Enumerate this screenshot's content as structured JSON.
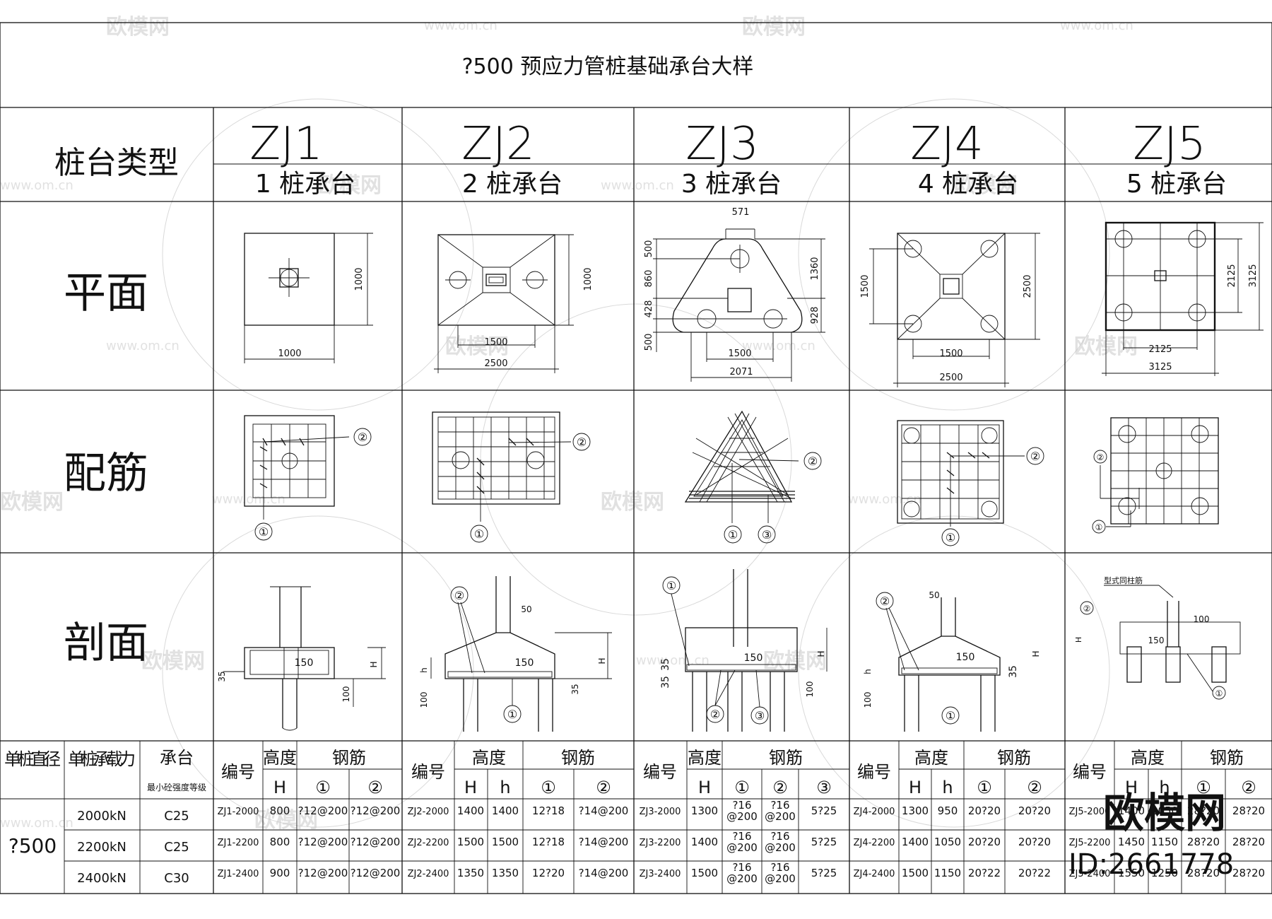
{
  "title": "?500 预应力管桩基础承台大样",
  "row_headers": {
    "type": "桩台类型",
    "plan": "平面",
    "rebar": "配筋",
    "section": "剖面"
  },
  "types": [
    {
      "code": "ZJ1",
      "subtitle": "1 桩承台"
    },
    {
      "code": "ZJ2",
      "subtitle": "2 桩承台"
    },
    {
      "code": "ZJ3",
      "subtitle": "3 桩承台"
    },
    {
      "code": "ZJ4",
      "subtitle": "4 桩承台"
    },
    {
      "code": "ZJ5",
      "subtitle": "5 桩承台"
    }
  ],
  "plan_dims": {
    "zj1": {
      "w": "1000",
      "h": "1000"
    },
    "zj2": {
      "w": "2500",
      "s": "1500",
      "h": "1000"
    },
    "zj3": {
      "top": "571",
      "a": "500",
      "b": "860",
      "c": "428",
      "d": "500",
      "r1": "1360",
      "r2": "928",
      "s": "1500",
      "w": "2071"
    },
    "zj4": {
      "s": "1500",
      "w": "2500",
      "hl": "1500",
      "hr": "2500"
    },
    "zj5": {
      "s": "2125",
      "w": "3125",
      "hl": "2125",
      "hr": "3125"
    }
  },
  "rebar_marks": [
    "①",
    "②",
    "③"
  ],
  "section_labels": {
    "h_cap": "H",
    "h_small": "h",
    "d35": "35",
    "d100": "100",
    "d150": "150",
    "d50": "50",
    "zj5_note": "型式同柱筋"
  },
  "table": {
    "left_headers": {
      "dia": "单桩直径",
      "capacity": "单桩承载力",
      "grade_top": "承台",
      "grade_sub": "最小砼强度等级"
    },
    "dia_value": "?500",
    "rows_left": [
      {
        "capacity": "2000kN",
        "grade": "C25"
      },
      {
        "capacity": "2200kN",
        "grade": "C25"
      },
      {
        "capacity": "2400kN",
        "grade": "C30"
      }
    ],
    "col_headers": {
      "code": "编号",
      "height": "高度",
      "rebar": "钢筋",
      "H": "H",
      "h": "h",
      "m1": "①",
      "m2": "②",
      "m3": "③"
    },
    "zj1": [
      [
        "ZJ1-2000",
        "800",
        "?12@200",
        "?12@200"
      ],
      [
        "ZJ1-2200",
        "800",
        "?12@200",
        "?12@200"
      ],
      [
        "ZJ1-2400",
        "900",
        "?12@200",
        "?12@200"
      ]
    ],
    "zj2": [
      [
        "ZJ2-2000",
        "1400",
        "1400",
        "12?18",
        "?14@200"
      ],
      [
        "ZJ2-2200",
        "1500",
        "1500",
        "12?18",
        "?14@200"
      ],
      [
        "ZJ2-2400",
        "1350",
        "1350",
        "12?20",
        "?14@200"
      ]
    ],
    "zj3": [
      [
        "ZJ3-2000",
        "1300",
        "?16 @200",
        "?16 @200",
        "5?25"
      ],
      [
        "ZJ3-2200",
        "1400",
        "?16 @200",
        "?16 @200",
        "5?25"
      ],
      [
        "ZJ3-2400",
        "1500",
        "?16 @200",
        "?16 @200",
        "5?25"
      ]
    ],
    "zj4": [
      [
        "ZJ4-2000",
        "1300",
        "950",
        "20?20",
        "20?20"
      ],
      [
        "ZJ4-2200",
        "1400",
        "1050",
        "20?20",
        "20?20"
      ],
      [
        "ZJ4-2400",
        "1500",
        "1150",
        "20?22",
        "20?22"
      ]
    ],
    "zj5": [
      [
        "ZJ5-2000",
        "1400",
        "1050",
        "28?20",
        "28?20"
      ],
      [
        "ZJ5-2200",
        "1450",
        "1150",
        "28?20",
        "28?20"
      ],
      [
        "ZJ5-2400",
        "1550",
        "1250",
        "28?20",
        "28?20"
      ]
    ]
  },
  "watermark": {
    "brand": "欧模网",
    "site": "www.om.cn",
    "id": "ID:2661778"
  }
}
